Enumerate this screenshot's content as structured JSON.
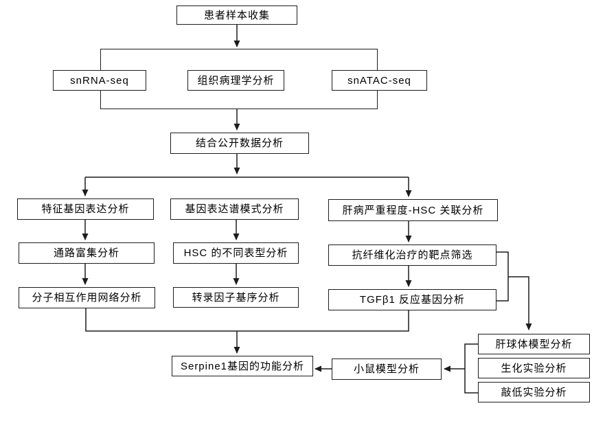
{
  "diagram": {
    "type": "flowchart",
    "background": "#ffffff",
    "line_color": "#1c1c1c",
    "box_fill": "#ffffff",
    "text_color": "#000000",
    "nodes": {
      "patient_sample": "患者样本收集",
      "snrna_seq": "snRNA-seq",
      "histopathology": "组织病理学分析",
      "snatac_seq": "snATAC-seq",
      "public_data": "结合公开数据分析",
      "feature_gene": "特征基因表达分析",
      "pathway_enrichment": "通路富集分析",
      "interaction_network": "分子相互作用网络分析",
      "expression_pattern": "基因表达谱模式分析",
      "hsc_phenotype": "HSC 的不同表型分析",
      "tf_motif": "转录因子基序分析",
      "liver_severity": "肝病严重程度-HSC 关联分析",
      "antifibrotic_target": "抗纤维化治疗的靶点筛选",
      "tgfb1_response": "TGFβ1 反应基因分析",
      "serpine1_function": "Serpine1基因的功能分析",
      "mouse_model": "小鼠模型分析",
      "spheroid_model": "肝球体模型分析",
      "biochemical_assay": "生化实验分析",
      "knockdown_assay": "敲低实验分析"
    },
    "connections": [
      "患者样本收集 -> [snRNA-seq | 组织病理学分析 | snATAC-seq]",
      "[测序组] -> 结合公开数据分析",
      "结合公开数据分析 -> 特征基因表达分析",
      "结合公开数据分析 -> 肝病严重程度-HSC 关联分析",
      "特征基因表达分析 -> 通路富集分析 -> 分子相互作用网络分析",
      "基因表达谱模式分析 -> HSC 的不同表型分析 -> 转录因子基序分析",
      "肝病严重程度-HSC 关联分析 -> 抗纤维化治疗的靶点筛选 -> TGFβ1 反应基因分析",
      "抗纤维化治疗的靶点筛选 + TGFβ1 反应基因分析 -> 肝球体模型分析组",
      "分子相互作用网络分析 + TGFβ1 反应基因分析 -> Serpine1基因的功能分析",
      "[肝球体模型分析 | 生化实验分析 | 敲低实验分析] -> 小鼠模型分析 -> Serpine1基因的功能分析"
    ]
  }
}
